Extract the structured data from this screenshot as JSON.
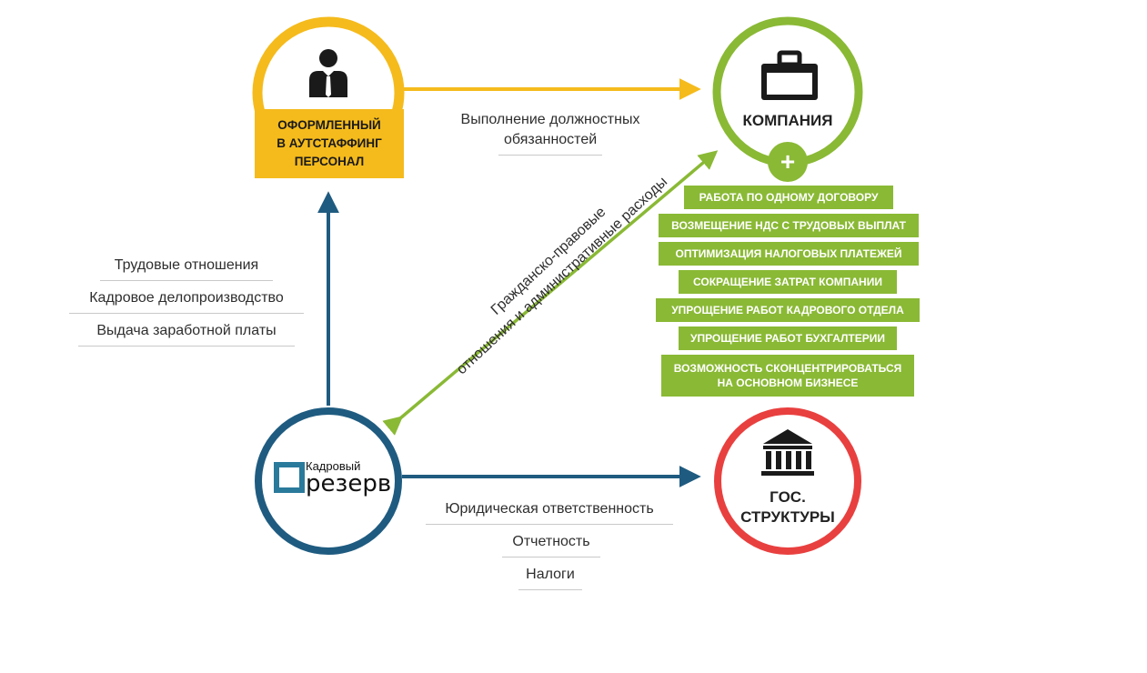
{
  "nodes": {
    "personnel": {
      "lines": [
        "ОФОРМЛЕННЫЙ",
        "В АУТСТАФФИНГ",
        "ПЕРСОНАЛ"
      ],
      "color": "#f5bb1c",
      "icon": "person-icon"
    },
    "company": {
      "label": "КОМПАНИЯ",
      "color": "#8ab935",
      "icon": "briefcase-icon",
      "badge": "+"
    },
    "provider": {
      "logo_small": "Кадровый",
      "logo_big": "резерв",
      "color": "#1f5b80"
    },
    "government": {
      "lines": [
        "ГОС.",
        "СТРУКТУРЫ"
      ],
      "color": "#e8403f",
      "icon": "government-building-icon"
    }
  },
  "edges": {
    "personnel_to_company": [
      "Выполнение должностных",
      "обязанностей"
    ],
    "provider_to_personnel": [
      "Трудовые отношения",
      "Кадровое делопроизводство",
      "Выдача заработной платы"
    ],
    "company_provider": [
      "Гражданско-правовые",
      "отношения и административные расходы"
    ],
    "provider_to_government": [
      "Юридическая ответственность",
      "Отчетность",
      "Налоги"
    ]
  },
  "benefits": [
    "РАБОТА ПО ОДНОМУ ДОГОВОРУ",
    "ВОЗМЕЩЕНИЕ НДС С ТРУДОВЫХ ВЫПЛАТ",
    "ОПТИМИЗАЦИЯ НАЛОГОВЫХ ПЛАТЕЖЕЙ",
    "СОКРАЩЕНИЕ ЗАТРАТ КОМПАНИИ",
    "УПРОЩЕНИЕ РАБОТ КАДРОВОГО ОТДЕЛА",
    "УПРОЩЕНИЕ РАБОТ БУХГАЛТЕРИИ",
    "ВОЗМОЖНОСТЬ СКОНЦЕНТРИРОВАТЬСЯ НА ОСНОВНОМ БИЗНЕСЕ"
  ],
  "colors": {
    "orange": "#f5bb1c",
    "green": "#8ab935",
    "blue": "#1f5b80",
    "red": "#e8403f"
  }
}
